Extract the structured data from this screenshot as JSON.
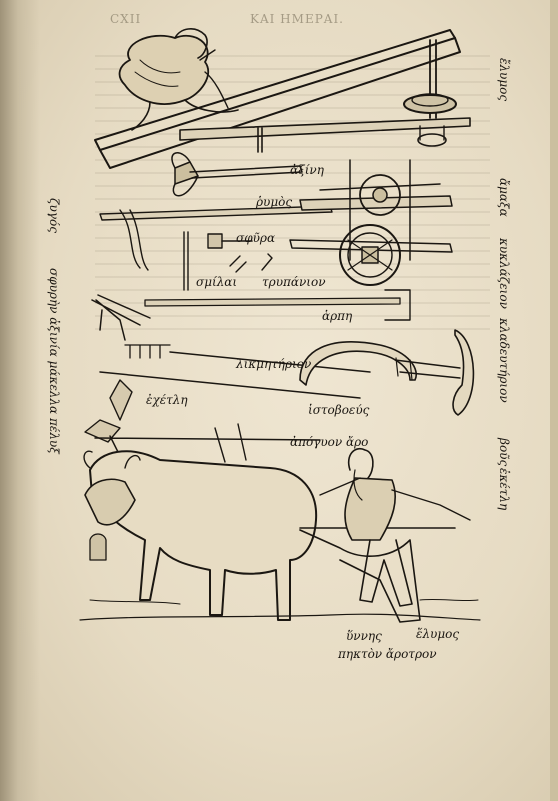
{
  "header": {
    "running_title": "ΚΑΙ ΗΜΕΡΑΙ.",
    "page_number": "CXII"
  },
  "figure_labels": {
    "axine": "ἀξίνη",
    "rymos": "ῥυμὸς",
    "sphyra": "σφῦρα",
    "smile": "σμίλαι",
    "tripenion": "τρυπάνιον",
    "harpe": "ἁρπη",
    "likmeterion": "λικμητήριον",
    "echetle_left": "ἐχέτλη",
    "istoboeus": "ἱστοβοεύς",
    "gyes_partial": "ἀπόγυον ἄρο",
    "hynis": "ὕννης",
    "elymos_bottom": "ἔλυμος",
    "pekton_arotron": "πηκτὸν ἄροτρον"
  },
  "right_margin": [
    "ἔλυμος",
    "ἄμαξα",
    "κυκλάζειον",
    "κλαδευτήριον",
    "ἐκέτλη",
    "βοῦς"
  ],
  "left_margin": [
    "ζυγός",
    "σφυρὴν ἀξινία μάκελλα",
    "πέλυξ"
  ]
}
